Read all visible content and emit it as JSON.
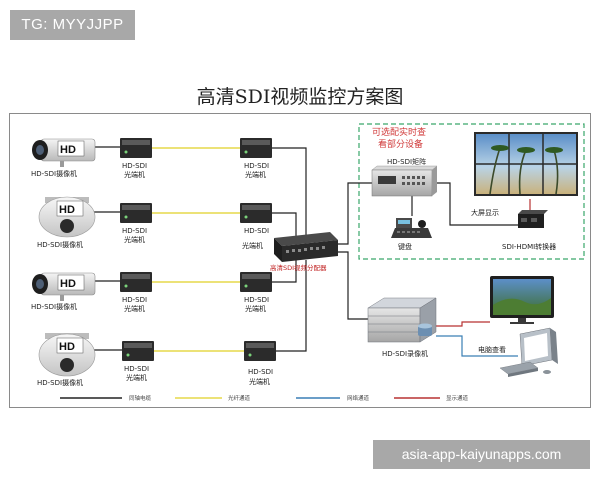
{
  "watermark_top": "TG: MYYJJPP",
  "title": "高清SDI视频监控方案图",
  "camera_label": "HD-SDI摄像机",
  "camera_badge": "HD",
  "transceiver_label_line1": "HD-SDI",
  "transceiver_label_line2": "光端机",
  "splitter_label": "高清SDI视频分配器",
  "optional_note_line1": "可选配实时查",
  "optional_note_line2": "看部分设备",
  "matrix_label": "HD-SDI矩阵",
  "keyboard_label": "键盘",
  "big_screen_label": "大屏显示",
  "converter_label": "SDI-HDMI转换器",
  "recorder_label": "HD-SDI录像机",
  "pc_label": "电脑查看",
  "legend": [
    {
      "label": "同轴电缆",
      "color": "#222222"
    },
    {
      "label": "光纤通道",
      "color": "#e6d84a"
    },
    {
      "label": "网络通道",
      "color": "#3a7fb5"
    },
    {
      "label": "显示通道",
      "color": "#b83232"
    }
  ],
  "colors": {
    "coax": "#222222",
    "fiber": "#e6d84a",
    "network": "#3a7fb5",
    "display": "#b83232",
    "optional_box": "#3aa66a"
  },
  "watermark_bottom": "asia-app-kaiyunapps.com"
}
